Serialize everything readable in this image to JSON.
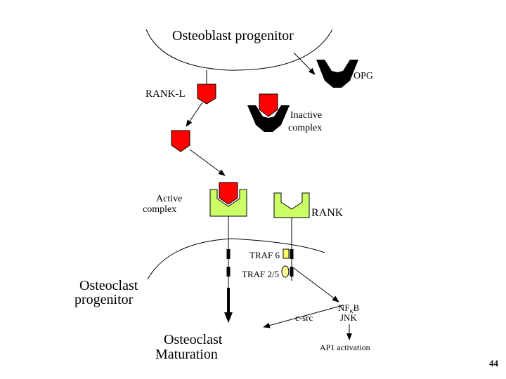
{
  "labels": {
    "osteoblast": "Osteoblast progenitor",
    "opg": "OPG",
    "rankl": "RANK-L",
    "inactive_1": "Inactive",
    "inactive_2": "complex",
    "active_1": "Active",
    "active_2": "complex",
    "rank": "RANK",
    "traf6": "TRAF 6",
    "traf25": "TRAF 2/5",
    "osteoclast_prog_1": "Osteoclast",
    "osteoclast_prog_2": "progenitor",
    "csrc": "c-src",
    "nfkb_1": "NF",
    "nfkb_kappa": "κ",
    "nfkb_2": "B",
    "jnk": "JNK",
    "maturation_1": "Osteoclast",
    "maturation_2": "Maturation",
    "ap1": "AP1 activation",
    "page_number": "44"
  },
  "colors": {
    "ligand_red": "#ff0000",
    "receptor_green": "#ccff66",
    "traf6_yellow": "#ffff66",
    "traf25_yellow": "#ffff99",
    "opg_black": "#000000"
  }
}
